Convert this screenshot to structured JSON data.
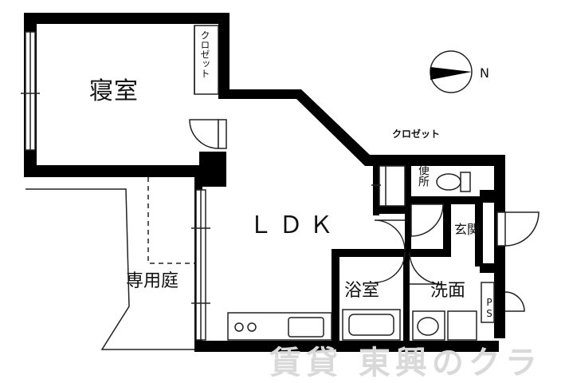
{
  "rooms": {
    "bedroom": "寝室",
    "closet_bedroom": "クロゼット",
    "ldk": "ＬＤＫ",
    "closet_entry": "クロゼット",
    "toilet": "便所",
    "entrance": "玄関",
    "bath": "浴室",
    "washroom": "洗面",
    "ps": "PS",
    "garden": "専用庭"
  },
  "compass": {
    "north": "N"
  },
  "watermark": "賃貸 東興のクラ"
}
